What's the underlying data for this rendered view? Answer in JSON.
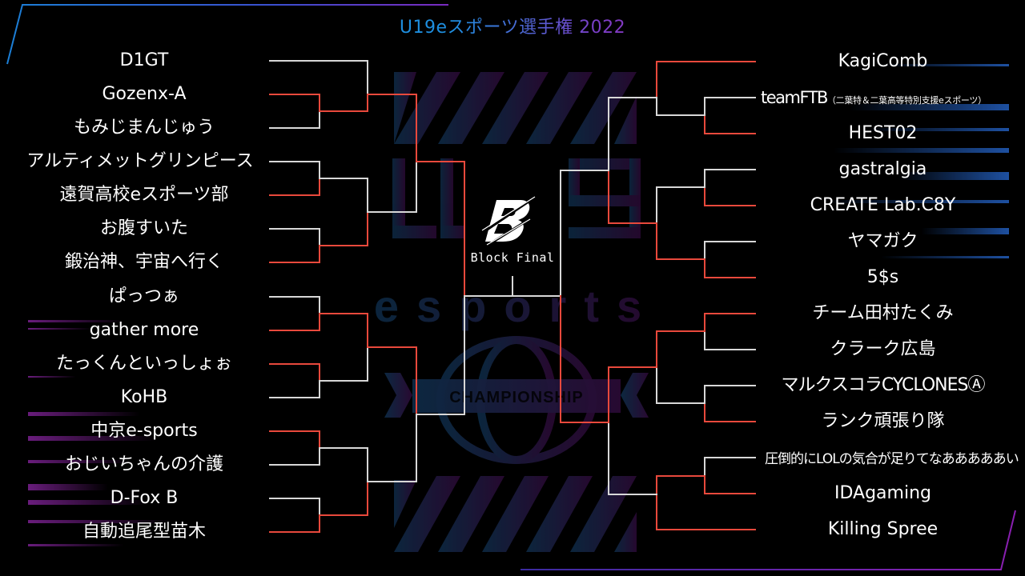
{
  "header": {
    "title": "U19eスポーツ選手権 2022"
  },
  "center": {
    "logo_letter": "B",
    "label": "Block Final"
  },
  "watermark": {
    "big": "U19",
    "word": "esports",
    "banner": "CHAMPIONSHIP"
  },
  "colors": {
    "winner_line": "#e8493c",
    "loser_line": "#d8d8d8",
    "title_blue": "#1e8fe0",
    "title_purple": "#a02ab0",
    "frame_blue": "#1b7fd6",
    "frame_purple": "#8a1fb0"
  },
  "left_teams": [
    {
      "name": "D1GT"
    },
    {
      "name": "Gozenx-A"
    },
    {
      "name": "もみじまんじゅう"
    },
    {
      "name": "アルティメットグリンピース"
    },
    {
      "name": "遠賀高校eスポーツ部"
    },
    {
      "name": "お腹すいた"
    },
    {
      "name": "鍛治神、宇宙へ行く"
    },
    {
      "name": "ぱっつぁ"
    },
    {
      "name": "gather more"
    },
    {
      "name": "たっくんといっしょぉ"
    },
    {
      "name": "KoHB"
    },
    {
      "name": "中京e-sports"
    },
    {
      "name": "おじいちゃんの介護"
    },
    {
      "name": "D-Fox B"
    },
    {
      "name": "自動追尾型苗木"
    }
  ],
  "right_teams": [
    {
      "name": "KagiComb"
    },
    {
      "name": "teamFTB",
      "sub": "（二葉特＆二葉高等特別支援eスポーツ）"
    },
    {
      "name": "HEST02"
    },
    {
      "name": "gastralgia"
    },
    {
      "name": "CREATE Lab.C8Y"
    },
    {
      "name": "ヤマガク"
    },
    {
      "name": "5$s"
    },
    {
      "name": "チーム田村たくみ"
    },
    {
      "name": "クラーク広島"
    },
    {
      "name": "マルクスコラCYCLONESⒶ"
    },
    {
      "name": "ランク頑張り隊"
    },
    {
      "name": "圧倒的にLOLの気合が足りてなあああああい"
    },
    {
      "name": "IDAgaming"
    },
    {
      "name": "Killing Spree"
    }
  ]
}
